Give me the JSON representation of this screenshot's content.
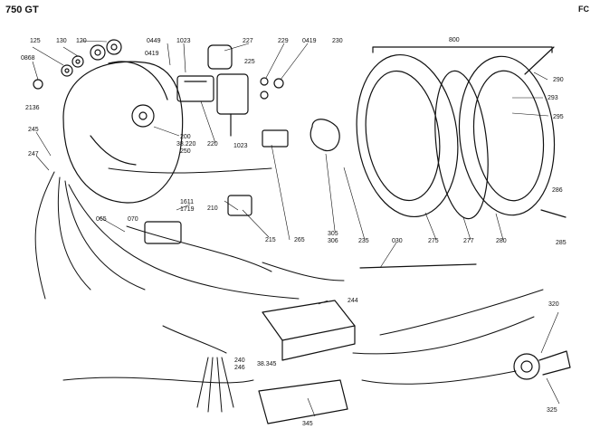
{
  "header": {
    "model": "750 GT",
    "code": "FC"
  },
  "callouts": [
    "125",
    "130",
    "120",
    "0449",
    "1023",
    "227",
    "229",
    "0419",
    "230",
    "800",
    "0419",
    "0868",
    "225",
    "290",
    "293",
    "295",
    "2136",
    "200",
    "38.220",
    "250",
    "220",
    "1023",
    "245",
    "247",
    "1611",
    "1719",
    "065",
    "070",
    "210",
    "215",
    "265",
    "305",
    "306",
    "235",
    "030",
    "275",
    "277",
    "280",
    "286",
    "285",
    "244",
    "320",
    "240",
    "246",
    "38.345",
    "325",
    "345"
  ]
}
